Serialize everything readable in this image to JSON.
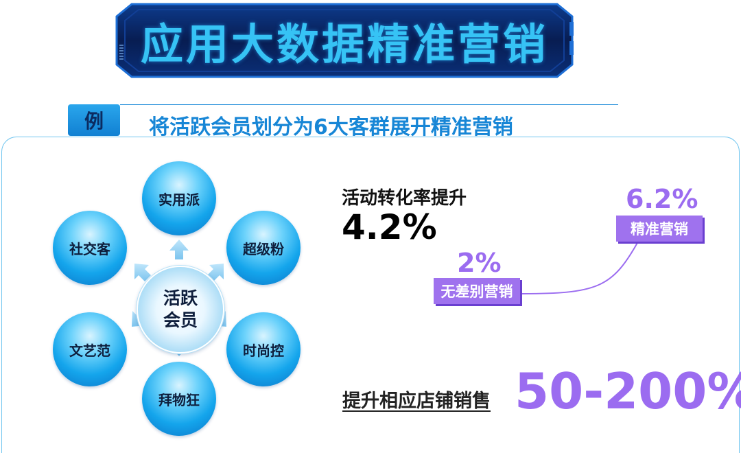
{
  "header": {
    "title": "应用大数据精准营销"
  },
  "example": {
    "badge": "例",
    "headline": "将活跃会员划分为6大客群展开精准营销"
  },
  "diagram": {
    "center": {
      "line1": "活跃",
      "line2": "会员"
    },
    "segments": {
      "top": "实用派",
      "top_right": "超级粉",
      "bottom_right": "时尚控",
      "bottom": "拜物狂",
      "bottom_left": "文艺范",
      "top_left": "社交客"
    }
  },
  "conversion": {
    "label": "活动转化率提升",
    "value": "4.2%"
  },
  "comparison": {
    "baseline": {
      "value": "2%",
      "label": "无差别营销"
    },
    "targeted": {
      "value": "6.2%",
      "label": "精准营销"
    }
  },
  "sales": {
    "label": "提升相应店铺销售",
    "value": "50-200%"
  },
  "colors": {
    "accent_blue": "#1786d6",
    "accent_purple": "#9b6cf0",
    "banner_bg": "#0b2a6e"
  }
}
